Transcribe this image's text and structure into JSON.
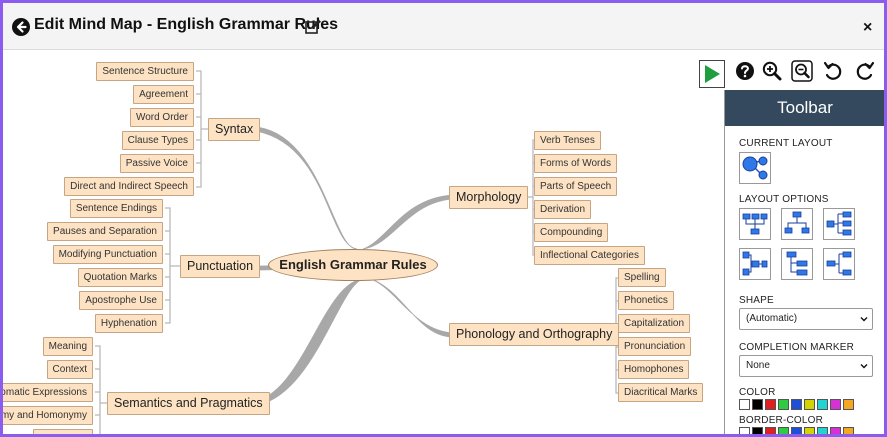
{
  "header": {
    "title": "Edit Mind Map - English Grammar Rules",
    "close_label": "×"
  },
  "root": {
    "label": "English Grammar Rules"
  },
  "branches": {
    "syntax": {
      "label": "Syntax",
      "children": [
        "Sentence Structure",
        "Agreement",
        "Word Order",
        "Clause Types",
        "Passive Voice",
        "Direct and Indirect Speech"
      ]
    },
    "punctuation": {
      "label": "Punctuation",
      "children": [
        "Sentence Endings",
        "Pauses and Separation",
        "Modifying Punctuation",
        "Quotation Marks",
        "Apostrophe Use",
        "Hyphenation"
      ]
    },
    "semantics": {
      "label": "Semantics and Pragmatics",
      "children": [
        "Meaning",
        "Context",
        "Idiomatic Expressions",
        "Synonymy and Homonymy"
      ]
    },
    "morphology": {
      "label": "Morphology",
      "children": [
        "Verb Tenses",
        "Forms of Words",
        "Parts of Speech",
        "Derivation",
        "Compounding",
        "Inflectional Categories"
      ]
    },
    "phonology": {
      "label": "Phonology and Orthography",
      "children": [
        "Spelling",
        "Phonetics",
        "Capitalization",
        "Pronunciation",
        "Homophones",
        "Diacritical Marks"
      ]
    }
  },
  "toolbar": {
    "title": "Toolbar",
    "current_layout_label": "CURRENT LAYOUT",
    "layout_options_label": "LAYOUT OPTIONS",
    "shape_label": "SHAPE",
    "shape_value": "(Automatic)",
    "completion_label": "COMPLETION MARKER",
    "completion_value": "None",
    "color_label": "COLOR",
    "border_color_label": "BORDER-COLOR",
    "swatch_colors": [
      "#ffffff",
      "#000000",
      "#e02020",
      "#2ecc40",
      "#1f4fd6",
      "#d4d400",
      "#22d3d3",
      "#d630d6",
      "#f5a623"
    ]
  },
  "colors": {
    "node_fill": "#fde3c4",
    "node_border": "#c5a584",
    "toolbar_header": "#34495e",
    "frame_border": "#8a5cf0",
    "play_green": "#1e9e3e"
  }
}
